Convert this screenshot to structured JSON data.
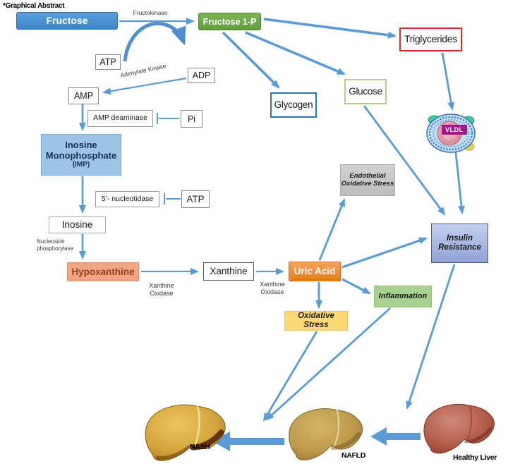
{
  "title": "*Graphical Abstract",
  "boxes": {
    "fructose": "Fructose",
    "fructose_1p": "Fructose 1-P",
    "atp_top": "ATP",
    "adp": "ADP",
    "amp": "AMP",
    "amp_deaminase": "AMP deaminase",
    "pi": "Pi",
    "imp": {
      "line1": "Inosine",
      "line2": "Monophosphate",
      "line3": "(IMP)"
    },
    "nucleotidase": "5’- nucleotidase",
    "atp_mid": "ATP",
    "inosine": "Inosine",
    "hypoxanthine": "Hypoxanthine",
    "xanthine": "Xanthine",
    "uric_acid": "Uric Acid",
    "glycogen": "Glycogen",
    "glucose": "Glucose",
    "triglycerides": "Triglycerides",
    "vldl": "VLDL",
    "endothelial_stress": {
      "line1": "Endothelial",
      "line2": "Oxidative Stress"
    },
    "insulin_resistance": {
      "line1": "Insulin",
      "line2": "Resistance"
    },
    "inflammation": "Inflammation",
    "oxidative_stress": "Oxidative Stress"
  },
  "enzymes": {
    "fructokinase": "Fructokinase",
    "adenylate_kinase": "Adenylate Kinase",
    "nucleoside_phosphorylase": {
      "line1": "Nucleoside",
      "line2": "phosphorylase"
    },
    "xanthine_oxidase_1": {
      "line1": "Xanthine",
      "line2": "Oxidase"
    },
    "xanthine_oxidase_2": {
      "line1": "Xanthine",
      "line2": "Oxidase"
    }
  },
  "livers": {
    "nash": "NASH",
    "nafld": "NAFLD",
    "healthy": "Healthy Liver"
  },
  "colors": {
    "arrow_blue": "#5b9bd5",
    "fructose_blue": "#4a90d4",
    "fructose1p_green": "#71ad47",
    "imp_light_blue": "#9dc3e6",
    "hypoxanthine_salmon": "#f2a583",
    "uric_orange": "#ed7d31",
    "triglycerides_border_red": "#e02b20",
    "glycogen_border_blue": "#2e75b6",
    "glucose_border_green": "#b2cf8c",
    "endothelial_gray": "#c6c6c6",
    "insulin_periwinkle": "#a3b2e0",
    "inflammation_green": "#a9d18e",
    "oxidative_yellow": "#fcd877",
    "vldl_purple": "#a0148c"
  }
}
